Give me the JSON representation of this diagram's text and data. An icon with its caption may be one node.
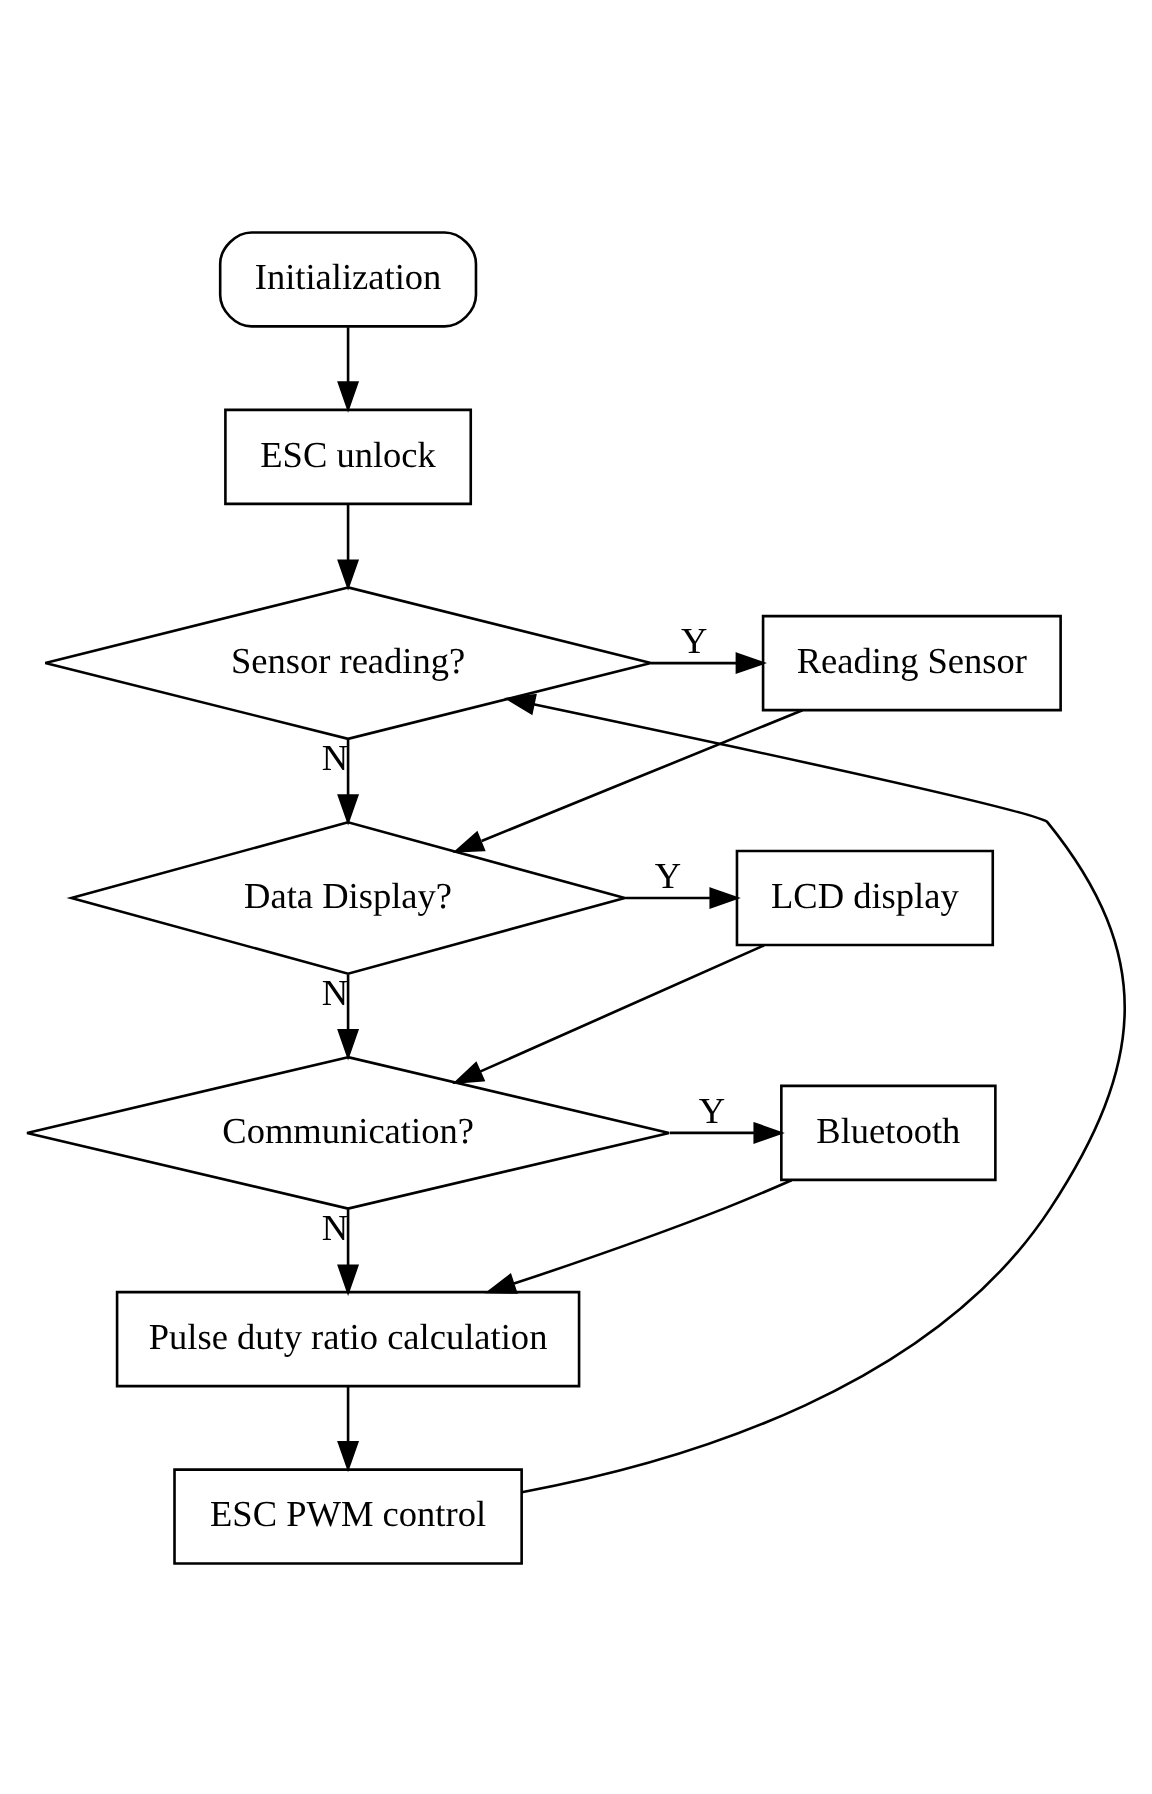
{
  "diagram": {
    "nodes": [
      {
        "text": [
          "Initialization"
        ]
      },
      {
        "text": [
          "ESC unlock"
        ]
      },
      {
        "text": [
          "Sensor reading?"
        ]
      },
      {
        "text": [
          "Reading Sensor"
        ]
      },
      {
        "text": [
          "Data Display?"
        ]
      },
      {
        "text": [
          "LCD display"
        ]
      },
      {
        "text": [
          "Communication?"
        ]
      },
      {
        "text": [
          "Bluetooth"
        ]
      },
      {
        "text": [
          "Pulse duty ratio calculation"
        ]
      },
      {
        "text": [
          "ESC PWM control"
        ]
      }
    ],
    "edges": [
      {
        "from": 0,
        "to": 1,
        "arrow": "to"
      },
      {
        "from": 1,
        "to": 2,
        "arrow": "to"
      },
      {
        "from": 2,
        "to": 3,
        "arrow": "to",
        "label": "Y"
      },
      {
        "from": 2,
        "to": 4,
        "arrow": "to",
        "label": "N"
      },
      {
        "from": 3,
        "to": 4,
        "arrow": "to"
      },
      {
        "from": 4,
        "to": 5,
        "arrow": "to",
        "label": "Y"
      },
      {
        "from": 4,
        "to": 6,
        "arrow": "to",
        "label": "N"
      },
      {
        "from": 5,
        "to": 6,
        "arrow": "to"
      },
      {
        "from": 6,
        "to": 7,
        "arrow": "to",
        "label": "Y"
      },
      {
        "from": 6,
        "to": 8,
        "arrow": "to",
        "label": "N"
      },
      {
        "from": 7,
        "to": 8,
        "arrow": "to"
      },
      {
        "from": 8,
        "to": 9,
        "arrow": "to"
      },
      {
        "from": 9,
        "to": 2,
        "arrow": "to"
      }
    ]
  }
}
